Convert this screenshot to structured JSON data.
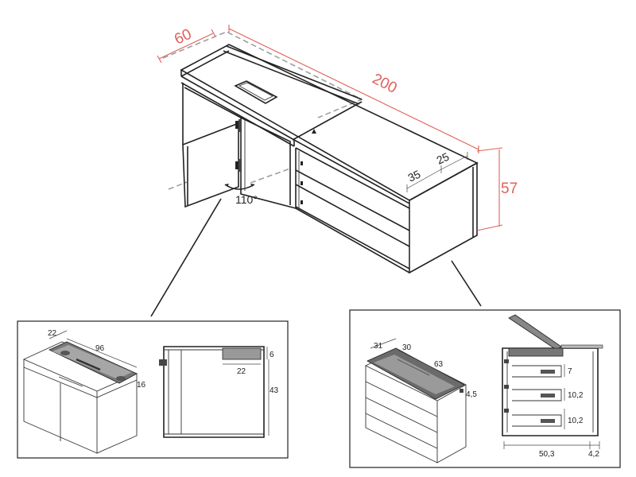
{
  "main_dimensions": {
    "depth": "60",
    "width": "200",
    "height": "57",
    "inner_35": "35",
    "inner_25": "25",
    "door_angle": "110°"
  },
  "left_detail": {
    "iso_22": "22",
    "iso_96": "96",
    "iso_16": "16",
    "section_6": "6",
    "section_22": "22",
    "section_43": "43"
  },
  "right_detail": {
    "iso_31": "31",
    "iso_30": "30",
    "iso_63": "63",
    "iso_4_5": "4,5",
    "section_7": "7",
    "section_10_2_a": "10,2",
    "section_10_2_b": "10,2",
    "section_50_3": "50,3",
    "section_4_2": "4,2"
  },
  "colors": {
    "dimension_red": "#e0605a",
    "line": "#222222",
    "ghost_dash": "#9aa0a6",
    "panel_gray": "#777777"
  }
}
